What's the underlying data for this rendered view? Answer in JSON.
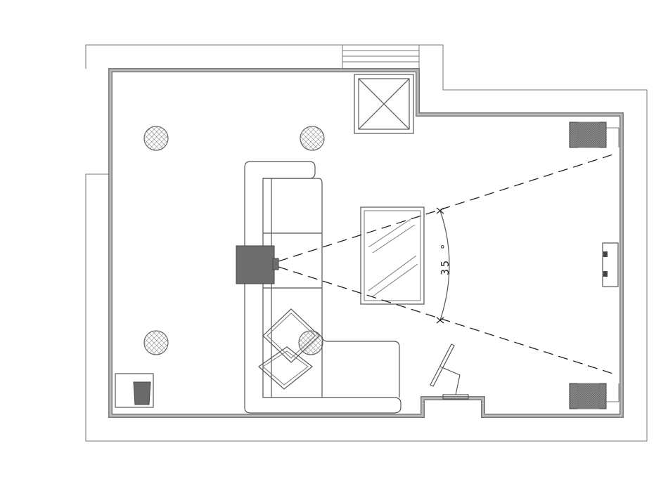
{
  "diagram": {
    "angle_label": "35 °"
  },
  "icons": {
    "ceiling_speaker": "crosshatched-circle",
    "skylight": "x-box",
    "speaker": "hatched-box"
  },
  "colors": {
    "wall": "#777777",
    "furniture": "#555555",
    "seat_marker": "#6e6e6e",
    "dashed_line": "#222222"
  }
}
